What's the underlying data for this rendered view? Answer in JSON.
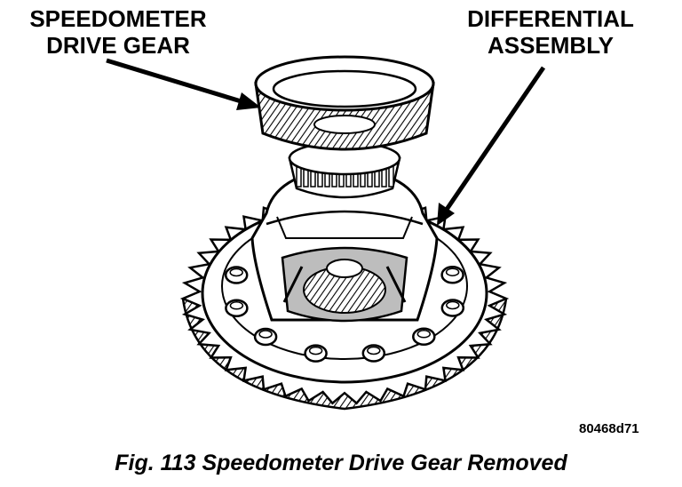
{
  "labels": {
    "speedometer_line1": "SPEEDOMETER",
    "speedometer_line2": "DRIVE GEAR",
    "differential_line1": "DIFFERENTIAL",
    "differential_line2": "ASSEMBLY"
  },
  "figure_code": "80468d71",
  "caption": "Fig. 113 Speedometer Drive Gear Removed",
  "colors": {
    "ink": "#000000",
    "paper": "#ffffff",
    "shade": "#bdbdbd"
  }
}
